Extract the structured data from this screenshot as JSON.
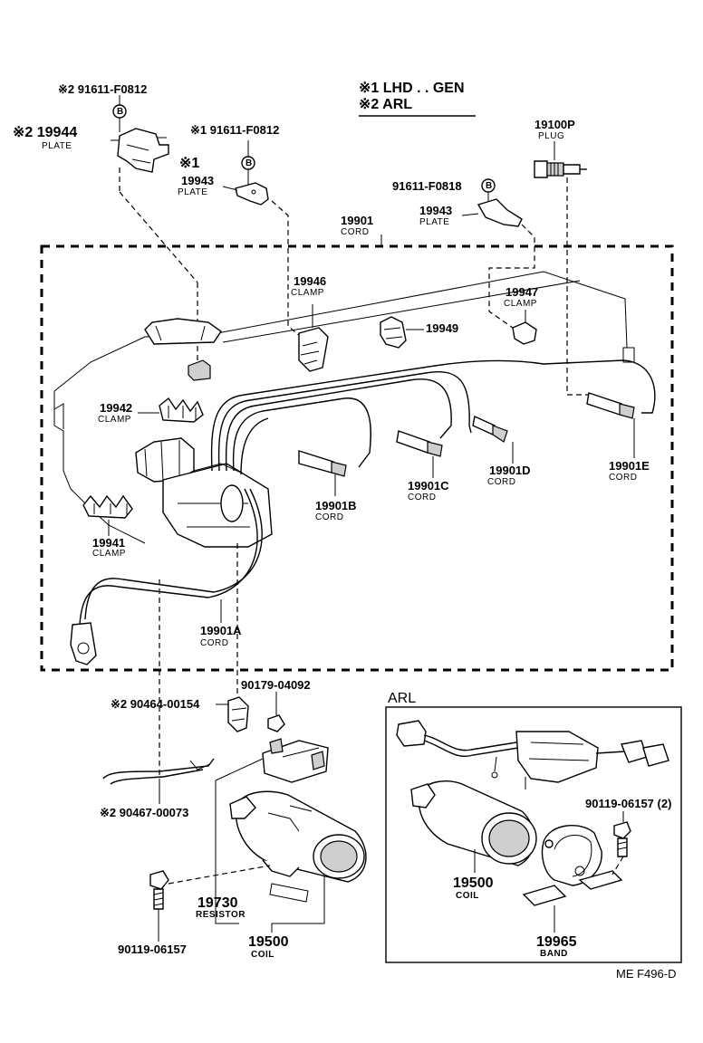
{
  "legend": {
    "line1": "※1 LHD . . GEN",
    "line2": "※2 ARL"
  },
  "labels": {
    "p91611_f0812_a": "※2 91611-F0812",
    "p19944": "※2 19944",
    "p19944_name": "PLATE",
    "p91611_f0812_b": "※1 91611-F0812",
    "p19943_mark": "※1",
    "p19943_a": "19943",
    "p19943_a_name": "PLATE",
    "p19100p": "19100P",
    "p19100p_name": "PLUG",
    "p91611_f0818": "91611-F0818",
    "p19943_b": "19943",
    "p19943_b_name": "PLATE",
    "p19901": "19901",
    "p19901_name": "CORD",
    "p19946": "19946",
    "p19946_name": "CLAMP",
    "p19947": "19947",
    "p19947_name": "CLAMP",
    "p19949": "19949",
    "p19942": "19942",
    "p19942_name": "CLAMP",
    "p19901e": "19901E",
    "p19901e_name": "CORD",
    "p19901d": "19901D",
    "p19901d_name": "CORD",
    "p19901c": "19901C",
    "p19901c_name": "CORD",
    "p19901b": "19901B",
    "p19901b_name": "CORD",
    "p19941": "19941",
    "p19941_name": "CLAMP",
    "p19901a": "19901A",
    "p19901a_name": "CORD",
    "p90179": "90179-04092",
    "p90464": "※2 90464-00154",
    "p90467": "※2 90467-00073",
    "p19730": "19730",
    "p19730_name": "RESISTOR",
    "p19500": "19500",
    "p19500_name": "COIL",
    "p90119_a": "90119-06157",
    "arl_title": "ARL",
    "p90119_b": "90119-06157 (2)",
    "p19500_arl": "19500",
    "p19500_arl_name": "COIL",
    "p19965": "19965",
    "p19965_name": "BAND",
    "b_mark": "B",
    "footer": "ME  F496-D"
  }
}
